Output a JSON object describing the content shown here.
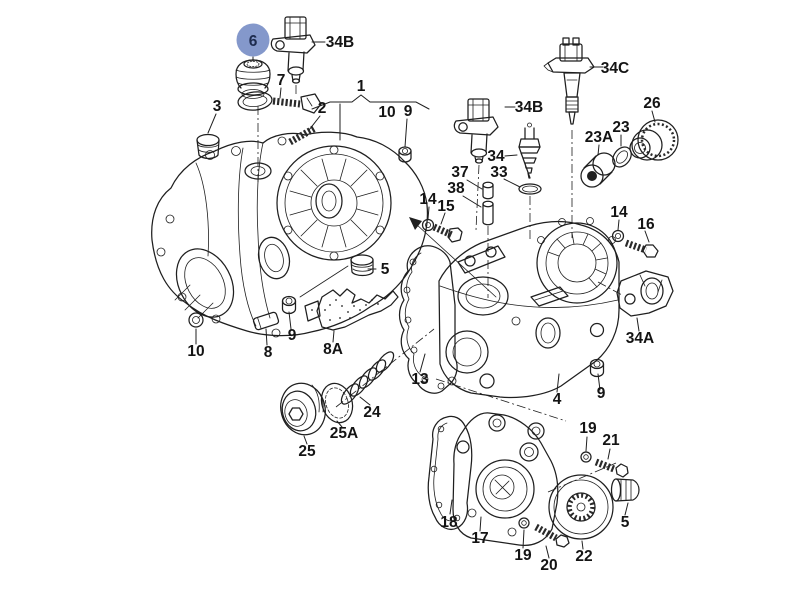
{
  "highlight": {
    "selected_part": "6",
    "color": "#8498cb"
  },
  "callouts": {
    "part6": "6",
    "part34b_top": "34B",
    "part7": "7",
    "part3": "3",
    "part2": "2",
    "part1": "1",
    "part10_bracket": "10",
    "part9_top": "9",
    "part34c": "34C",
    "part34b_right": "34B",
    "part34": "34",
    "part33": "33",
    "part37": "37",
    "part38": "38",
    "part14_left": "14",
    "part15": "15",
    "part14_right": "14",
    "part16": "16",
    "part23a": "23A",
    "part23": "23",
    "part26": "26",
    "part34a": "34A",
    "part13": "13",
    "part4": "4",
    "part9_right": "9",
    "part5_left": "5",
    "part10_left": "10",
    "part8": "8",
    "part9_mid": "9",
    "part8a": "8A",
    "part25": "25",
    "part25a": "25A",
    "part24": "24",
    "part18": "18",
    "part17": "17",
    "part19_bottom": "19",
    "part20": "20",
    "part19_top": "19",
    "part21": "21",
    "part5_right": "5",
    "part22": "22"
  }
}
